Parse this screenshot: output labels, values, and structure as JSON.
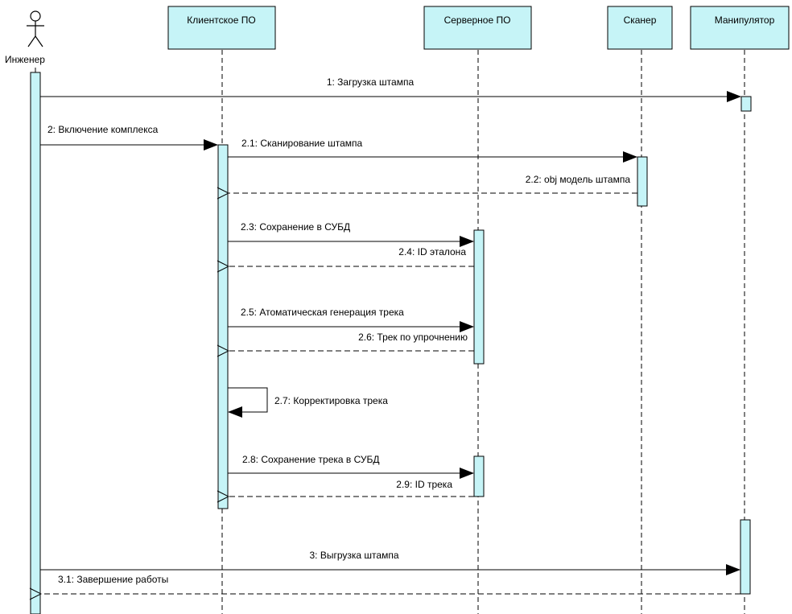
{
  "actor": {
    "label": "Инженер"
  },
  "lifelines": [
    {
      "id": "client",
      "label": "Клиентское ПО"
    },
    {
      "id": "server",
      "label": "Серверное ПО"
    },
    {
      "id": "scanner",
      "label": "Сканер"
    },
    {
      "id": "manipulator",
      "label": "Манипулятор"
    }
  ],
  "messages": [
    {
      "id": "m1",
      "label": "1: Загрузка штампа",
      "kind": "sync"
    },
    {
      "id": "m2",
      "label": "2: Включение комплекса",
      "kind": "sync"
    },
    {
      "id": "m2_1",
      "label": "2.1: Сканирование штампа",
      "kind": "sync"
    },
    {
      "id": "m2_2",
      "label": "2.2: obj модель штампа",
      "kind": "return"
    },
    {
      "id": "m2_3",
      "label": "2.3: Сохранение в СУБД",
      "kind": "sync"
    },
    {
      "id": "m2_4",
      "label": "2.4: ID эталона",
      "kind": "return"
    },
    {
      "id": "m2_5",
      "label": "2.5: Атоматическая генерация трека",
      "kind": "sync"
    },
    {
      "id": "m2_6",
      "label": "2.6: Трек по упрочнению",
      "kind": "return"
    },
    {
      "id": "m2_7",
      "label": "2.7: Корректировка трека",
      "kind": "self"
    },
    {
      "id": "m2_8",
      "label": "2.8: Сохранение трека в СУБД",
      "kind": "sync"
    },
    {
      "id": "m2_9",
      "label": "2.9: ID трека",
      "kind": "return"
    },
    {
      "id": "m3",
      "label": "3: Выгрузка штампа",
      "kind": "sync"
    },
    {
      "id": "m3_1",
      "label": "3.1: Завершение работы",
      "kind": "return"
    }
  ],
  "colors": {
    "box_fill": "#c6f4f7",
    "line": "#000000"
  }
}
